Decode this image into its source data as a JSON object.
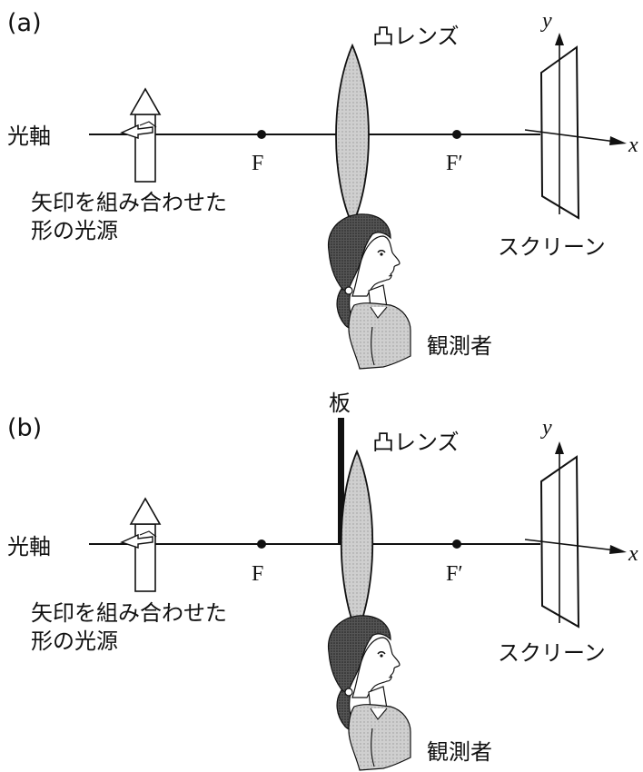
{
  "panels": [
    {
      "panel_label": "(a)",
      "optical_axis_label": "光軸",
      "focal_point_label": "F",
      "focal_point_prime_label": "F′",
      "lens_label": "凸レンズ",
      "source_label_line1": "矢印を組み合わせた",
      "source_label_line2": "形の光源",
      "screen_label": "スクリーン",
      "observer_label": "観測者",
      "x_axis_label": "x",
      "y_axis_label": "y",
      "plate_label": ""
    },
    {
      "panel_label": "(b)",
      "optical_axis_label": "光軸",
      "focal_point_label": "F",
      "focal_point_prime_label": "F′",
      "lens_label": "凸レンズ",
      "source_label_line1": "矢印を組み合わせた",
      "source_label_line2": "形の光源",
      "screen_label": "スクリーン",
      "observer_label": "観測者",
      "x_axis_label": "x",
      "y_axis_label": "y",
      "plate_label": "板"
    }
  ],
  "colors": {
    "ink": "#111111",
    "lens_fill": "#d2d2d2",
    "hair": "#444444",
    "shirt": "#e2e2e2"
  }
}
